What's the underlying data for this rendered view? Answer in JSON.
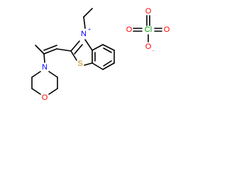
{
  "molecule": {
    "atoms": {
      "n_thiazole": {
        "symbol": "N",
        "charge": "+"
      },
      "s_thiazole": {
        "symbol": "S"
      },
      "n_morpholine": {
        "symbol": "N"
      },
      "o_morpholine": {
        "symbol": "O"
      },
      "perchlorate_cl": {
        "symbol": "Cl"
      },
      "perchlorate_o_top": {
        "symbol": "O"
      },
      "perchlorate_o_left": {
        "symbol": "O"
      },
      "perchlorate_o_right": {
        "symbol": "O"
      },
      "perchlorate_o_bottom": {
        "symbol": "O",
        "charge": "-"
      }
    }
  },
  "colors": {
    "bond": "#000000",
    "nitrogen": "#0000ff",
    "sulfur": "#b8860b",
    "oxygen": "#ff0000",
    "chlorine": "#00a000"
  }
}
